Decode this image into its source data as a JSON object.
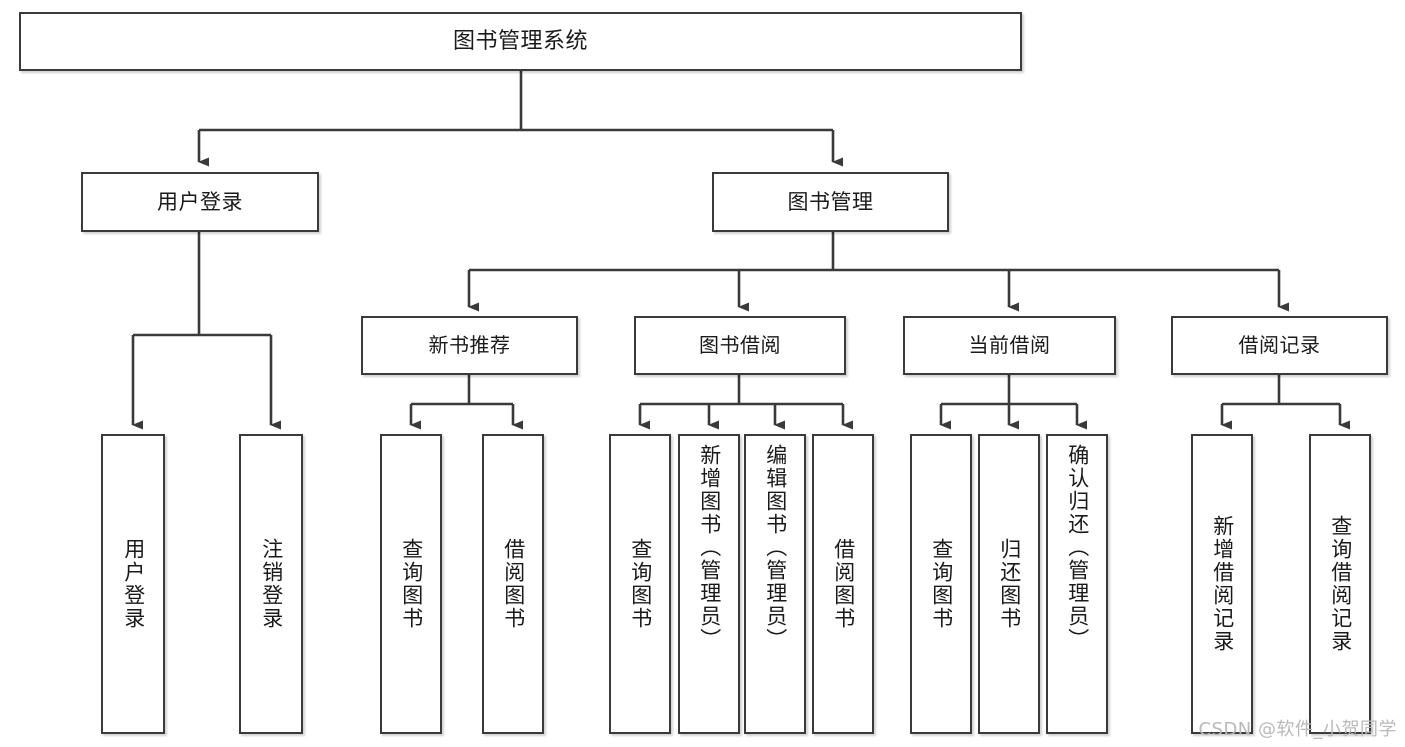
{
  "diagram": {
    "title": "图书管理系统",
    "type": "tree-hierarchy-diagram",
    "root": {
      "id": "root",
      "label": "图书管理系统"
    },
    "level2": [
      {
        "id": "user-login",
        "label": "用户登录"
      },
      {
        "id": "book-manage",
        "label": "图书管理"
      }
    ],
    "level3": [
      {
        "id": "new-book-recommend",
        "label": "新书推荐",
        "parent": "book-manage"
      },
      {
        "id": "book-borrow",
        "label": "图书借阅",
        "parent": "book-manage"
      },
      {
        "id": "current-borrow",
        "label": "当前借阅",
        "parent": "book-manage"
      },
      {
        "id": "borrow-record",
        "label": "借阅记录",
        "parent": "book-manage"
      }
    ],
    "leaves": [
      {
        "id": "leaf-user-login",
        "label": "用户登录",
        "parent": "user-login"
      },
      {
        "id": "leaf-logout",
        "label": "注销登录",
        "parent": "user-login"
      },
      {
        "id": "leaf-query-book-1",
        "label": "查询图书",
        "parent": "new-book-recommend"
      },
      {
        "id": "leaf-borrow-book-1",
        "label": "借阅图书",
        "parent": "new-book-recommend"
      },
      {
        "id": "leaf-query-book-2",
        "label": "查询图书",
        "parent": "book-borrow"
      },
      {
        "id": "leaf-add-book",
        "label": "新增图书（管理员）",
        "parent": "book-borrow"
      },
      {
        "id": "leaf-edit-book",
        "label": "编辑图书（管理员）",
        "parent": "book-borrow"
      },
      {
        "id": "leaf-borrow-book-2",
        "label": "借阅图书",
        "parent": "book-borrow"
      },
      {
        "id": "leaf-query-book-3",
        "label": "查询图书",
        "parent": "current-borrow"
      },
      {
        "id": "leaf-return-book",
        "label": "归还图书",
        "parent": "current-borrow"
      },
      {
        "id": "leaf-confirm-return",
        "label": "确认归还（管理员）",
        "parent": "current-borrow"
      },
      {
        "id": "leaf-add-record",
        "label": "新增借阅记录",
        "parent": "borrow-record"
      },
      {
        "id": "leaf-query-record",
        "label": "查询借阅记录",
        "parent": "borrow-record"
      }
    ],
    "watermark": "CSDN @软件_小贺同学",
    "colors": {
      "stroke": "#3a3a3a",
      "fill": "#ffffff",
      "text": "#1a1a1a",
      "watermark": "#b9b9b9"
    }
  }
}
